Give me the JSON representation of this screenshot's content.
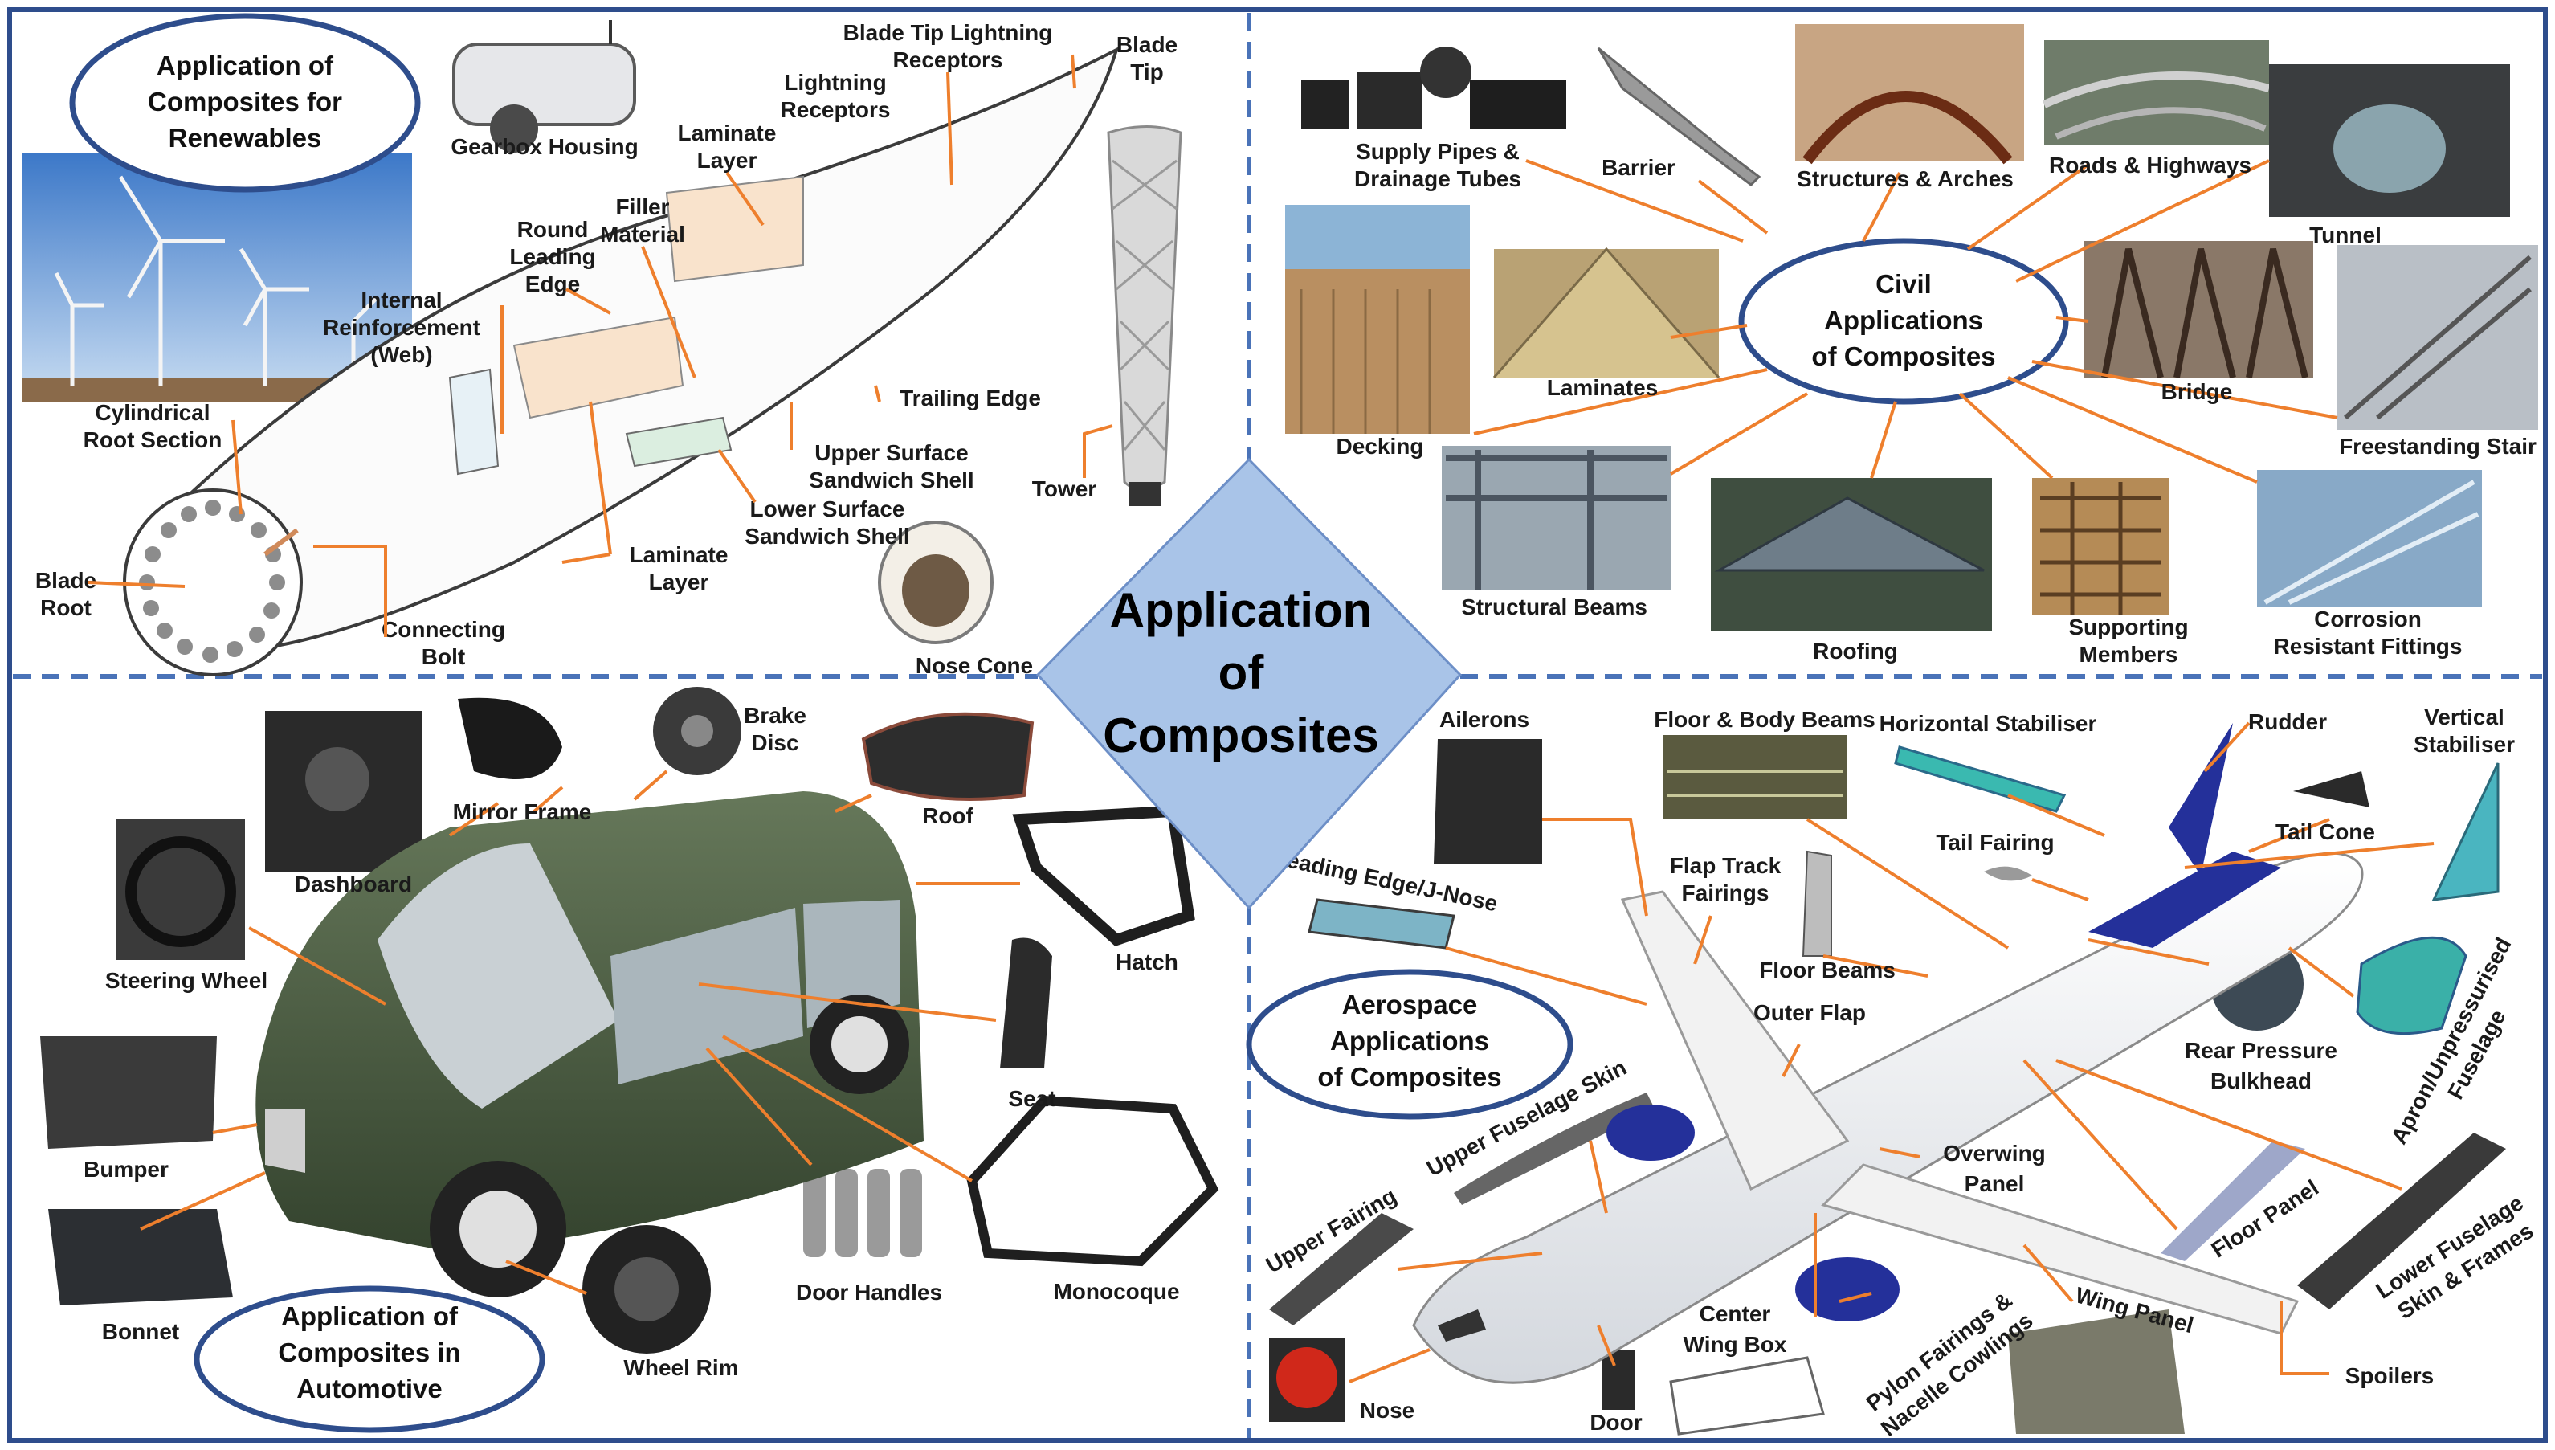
{
  "center": {
    "title_lines": [
      "Application",
      "of",
      "Composites"
    ]
  },
  "colors": {
    "accent": "#ee7f2d",
    "border": "#2e4d8c",
    "diamond": "#a9c4e8",
    "divider": "#4a73b8"
  },
  "renewables": {
    "title_lines": [
      "Application of",
      "Composites for",
      "Renewables"
    ],
    "labels": {
      "gearbox": [
        "Gearbox Housing"
      ],
      "blade_tip_lightning": [
        "Blade Tip Lightning",
        "Receptors"
      ],
      "blade_tip": [
        "Blade",
        "Tip"
      ],
      "lightning_receptors": [
        "Lightning",
        "Receptors"
      ],
      "laminate_top": [
        "Laminate",
        "Layer"
      ],
      "filler": [
        "Filler",
        "Material"
      ],
      "round_leading": [
        "Round",
        "Leading",
        "Edge"
      ],
      "internal_reinf": [
        "Internal",
        "Reinforcement",
        "(Web)"
      ],
      "cylindrical_root": [
        "Cylindrical",
        "Root Section"
      ],
      "trailing_edge": [
        "Trailing Edge"
      ],
      "upper_surface": [
        "Upper Surface",
        "Sandwich Shell"
      ],
      "lower_surface": [
        "Lower Surface",
        "Sandwich Shell"
      ],
      "laminate_bottom": [
        "Laminate",
        "Layer"
      ],
      "blade_root": [
        "Blade",
        "Root"
      ],
      "connecting_bolt": [
        "Connecting",
        "Bolt"
      ],
      "tower": [
        "Tower"
      ],
      "nose_cone": [
        "Nose Cone"
      ]
    }
  },
  "civil": {
    "title_lines": [
      "Civil",
      "Applications",
      "of Composites"
    ],
    "labels": {
      "supply_pipes": [
        "Supply Pipes &",
        "Drainage Tubes"
      ],
      "barrier": [
        "Barrier"
      ],
      "structures_arches": [
        "Structures & Arches"
      ],
      "roads_highways": [
        "Roads & Highways"
      ],
      "tunnel": [
        "Tunnel"
      ],
      "laminates": [
        "Laminates"
      ],
      "bridge": [
        "Bridge"
      ],
      "decking": [
        "Decking"
      ],
      "freestanding_stair": [
        "Freestanding Stair"
      ],
      "structural_beams": [
        "Structural Beams"
      ],
      "roofing": [
        "Roofing"
      ],
      "supporting_members": [
        "Supporting",
        "Members"
      ],
      "corrosion_fittings": [
        "Corrosion",
        "Resistant Fittings"
      ]
    }
  },
  "automotive": {
    "title_lines": [
      "Application of",
      "Composites in",
      "Automotive"
    ],
    "labels": {
      "dashboard": [
        "Dashboard"
      ],
      "mirror_frame": [
        "Mirror Frame"
      ],
      "brake_disc": [
        "Brake",
        "Disc"
      ],
      "roof": [
        "Roof"
      ],
      "hatch": [
        "Hatch"
      ],
      "steering_wheel": [
        "Steering Wheel"
      ],
      "seat": [
        "Seat"
      ],
      "bumper": [
        "Bumper"
      ],
      "monocoque": [
        "Monocoque"
      ],
      "door_handles": [
        "Door Handles"
      ],
      "bonnet": [
        "Bonnet"
      ],
      "wheel_rim": [
        "Wheel Rim"
      ]
    }
  },
  "aerospace": {
    "title_lines": [
      "Aerospace",
      "Applications",
      "of Composites"
    ],
    "labels": {
      "ailerons": [
        "Ailerons"
      ],
      "floor_body_beams": [
        "Floor & Body Beams"
      ],
      "horizontal_stab": [
        "Horizontal Stabiliser"
      ],
      "rudder": [
        "Rudder"
      ],
      "vertical_stab": [
        "Vertical",
        "Stabiliser"
      ],
      "tail_fairing": [
        "Tail Fairing"
      ],
      "tail_cone": [
        "Tail Cone"
      ],
      "flap_track": [
        "Flap Track",
        "Fairings"
      ],
      "leading_edge": [
        "Leading Edge/J-Nose"
      ],
      "floor_beams": [
        "Floor Beams"
      ],
      "outer_flap": [
        "Outer Flap"
      ],
      "rear_pressure": [
        "Rear Pressure",
        "Bulkhead"
      ],
      "apron": [
        "Apron/Unpressurised",
        "Fuselage"
      ],
      "upper_fuselage": [
        "Upper Fuselage Skin"
      ],
      "upper_fairing": [
        "Upper Fairing"
      ],
      "overwing": [
        "Overwing",
        "Panel"
      ],
      "floor_panel": [
        "Floor Panel"
      ],
      "lower_fuselage": [
        "Lower Fuselage",
        "Skin & Frames"
      ],
      "center_wing": [
        "Center",
        "Wing Box"
      ],
      "pylon": [
        "Pylon Fairings &",
        "Nacelle Cowlings"
      ],
      "wing_panel": [
        "Wing Panel"
      ],
      "spoilers": [
        "Spoilers"
      ],
      "nose": [
        "Nose"
      ],
      "door": [
        "Door"
      ]
    }
  }
}
